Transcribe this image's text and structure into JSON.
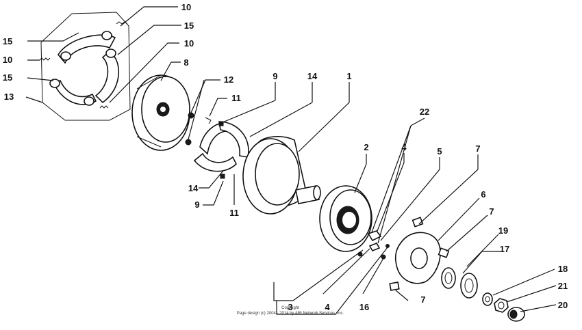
{
  "callouts": [
    {
      "id": "c10a",
      "label": "10"
    },
    {
      "id": "c15a",
      "label": "15"
    },
    {
      "id": "c15b",
      "label": "15"
    },
    {
      "id": "c10b",
      "label": "10"
    },
    {
      "id": "c10c",
      "label": "10"
    },
    {
      "id": "c8",
      "label": "8"
    },
    {
      "id": "c15c",
      "label": "15"
    },
    {
      "id": "c13",
      "label": "13"
    },
    {
      "id": "c12",
      "label": "12"
    },
    {
      "id": "c9a",
      "label": "9"
    },
    {
      "id": "c14a",
      "label": "14"
    },
    {
      "id": "c1",
      "label": "1"
    },
    {
      "id": "c11a",
      "label": "11"
    },
    {
      "id": "c22",
      "label": "22"
    },
    {
      "id": "c2",
      "label": "2"
    },
    {
      "id": "c4a",
      "label": "4"
    },
    {
      "id": "c5",
      "label": "5"
    },
    {
      "id": "c7a",
      "label": "7"
    },
    {
      "id": "c14b",
      "label": "14"
    },
    {
      "id": "c6",
      "label": "6"
    },
    {
      "id": "c9b",
      "label": "9"
    },
    {
      "id": "c11b",
      "label": "11"
    },
    {
      "id": "c7b",
      "label": "7"
    },
    {
      "id": "c19",
      "label": "19"
    },
    {
      "id": "c17",
      "label": "17"
    },
    {
      "id": "c18",
      "label": "18"
    },
    {
      "id": "c21",
      "label": "21"
    },
    {
      "id": "c3",
      "label": "3"
    },
    {
      "id": "c4b",
      "label": "4"
    },
    {
      "id": "c16",
      "label": "16"
    },
    {
      "id": "c7c",
      "label": "7"
    },
    {
      "id": "c20",
      "label": "20"
    }
  ],
  "footer": {
    "copyright_label": "Copyright",
    "copyright_text": "Page design (c) 2004 - 2014 by ARI Network Services, Inc."
  }
}
